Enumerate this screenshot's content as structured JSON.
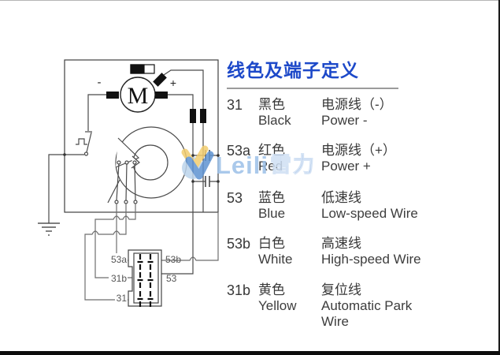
{
  "watermark": {
    "brand": "Leili",
    "brand_zh": "雷力"
  },
  "diagram": {
    "motor_label": "M",
    "plus_sign": "+",
    "minus_sign": "-",
    "connector_pins": {
      "row1_left": "53a",
      "row1_right": "53b",
      "row2_left": "31b",
      "row2_right": "53",
      "row3_left": "31"
    }
  },
  "panel": {
    "title": "线色及端子定义",
    "accent_color": "#1d49c9",
    "rows": [
      {
        "id": "31",
        "color_zh": "黑色",
        "color_en": "Black",
        "desc_zh": "电源线（-）",
        "desc_en": "Power -"
      },
      {
        "id": "53a",
        "color_zh": "红色",
        "color_en": "Red",
        "desc_zh": "电源线（+）",
        "desc_en": "Power +"
      },
      {
        "id": "53",
        "color_zh": "蓝色",
        "color_en": "Blue",
        "desc_zh": "低速线",
        "desc_en": "Low-speed Wire"
      },
      {
        "id": "53b",
        "color_zh": "白色",
        "color_en": "White",
        "desc_zh": "高速线",
        "desc_en": "High-speed Wire"
      },
      {
        "id": "31b",
        "color_zh": "黄色",
        "color_en": "Yellow",
        "desc_zh": "复位线",
        "desc_en": "Automatic Park Wire"
      }
    ]
  }
}
